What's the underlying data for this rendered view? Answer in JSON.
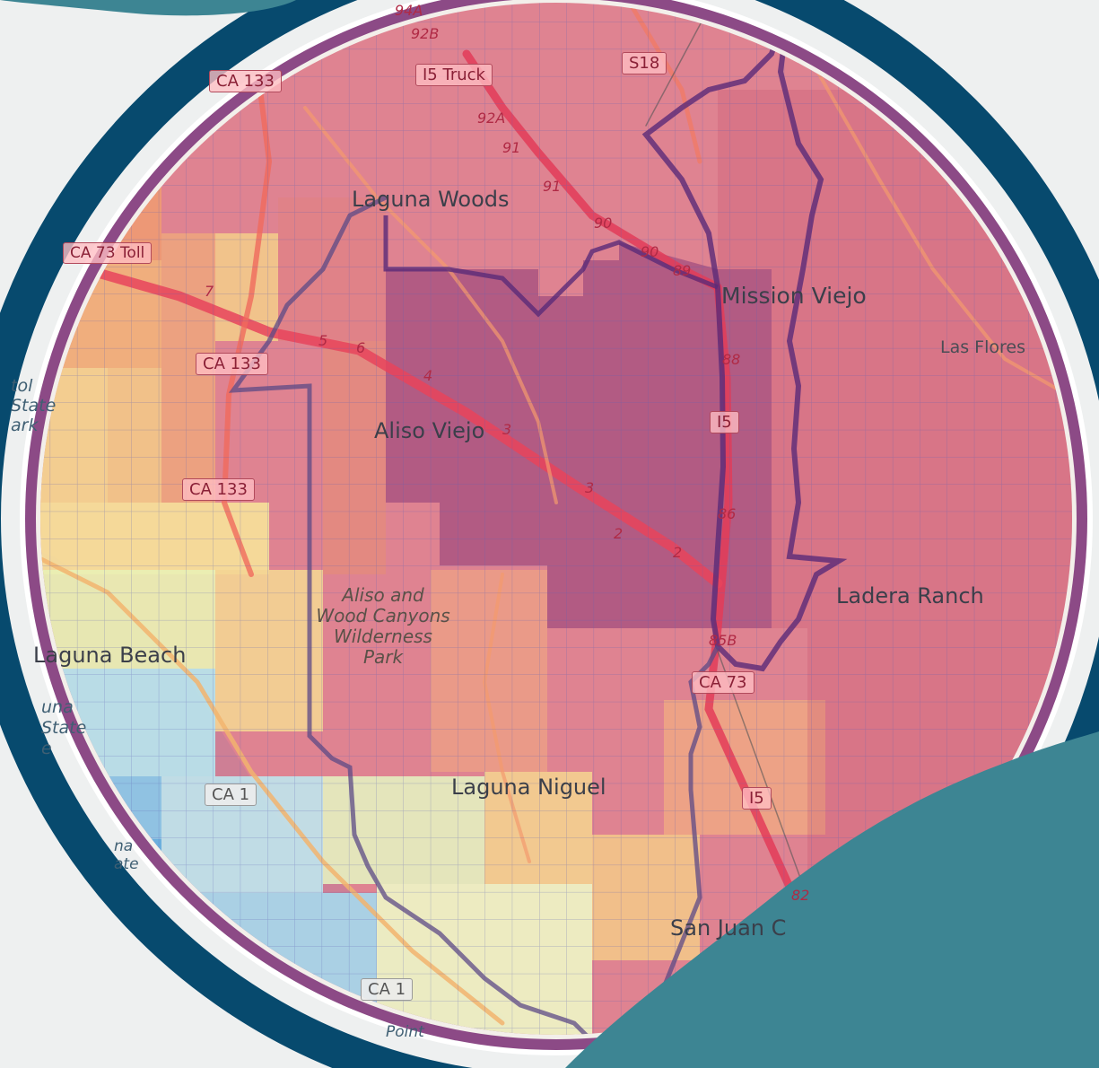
{
  "map": {
    "places": {
      "laguna_woods": "Laguna Woods",
      "mission_viejo": "Mission Viejo",
      "aliso_viejo": "Aliso Viejo",
      "las_flores": "Las Flores",
      "ladera_ranch": "Ladera Ranch",
      "laguna_beach": "Laguna Beach",
      "laguna_niguel": "Laguna Niguel",
      "san_juan": "San Juan C"
    },
    "parks": {
      "aliso_wood": [
        "Aliso and",
        "Wood Canyons",
        "Wilderness",
        "Park"
      ],
      "crystal_cove": [
        "tol",
        "State",
        "ark"
      ],
      "laguna_coast": [
        "una",
        "State",
        "e"
      ],
      "laguna_lower": [
        "na",
        "ate"
      ],
      "dana_point": "Point"
    },
    "road_shields": {
      "i5_truck": "I5 Truck",
      "s18": "S18",
      "ca133_top": "CA 133",
      "ca73_toll": "CA 73 Toll",
      "ca133_mid": "CA 133",
      "ca133_low": "CA 133",
      "i5_mid": "I5",
      "ca73_low": "CA 73",
      "i5_low": "I5",
      "ca1_mid": "CA 1",
      "ca1_low": "CA 1"
    },
    "exits": {
      "e94a": "94A",
      "e92b": "92B",
      "e92a": "92A",
      "e91a": "91",
      "e91b": "91",
      "e90a": "90",
      "e90b": "90",
      "e89": "89",
      "e88": "88",
      "e86": "86",
      "e85b": "85B",
      "e82": "82",
      "e7": "7",
      "e6": "6",
      "e5": "5",
      "e4": "4",
      "e3a": "3",
      "e3b": "3",
      "e2a": "2",
      "e2b": "2"
    }
  },
  "colors": {
    "ring_outer": "#074a6e",
    "ring_inner": "#8c4a86",
    "teal_shape": "#3d8593",
    "choropleth_high": "#c9536b",
    "choropleth_low": "#7ec8e8",
    "boundary": "#5a2a78"
  },
  "icons": {
    "boundary": "district-boundary-outline",
    "grid": "grid-overlay",
    "highways": "highway-lines"
  }
}
